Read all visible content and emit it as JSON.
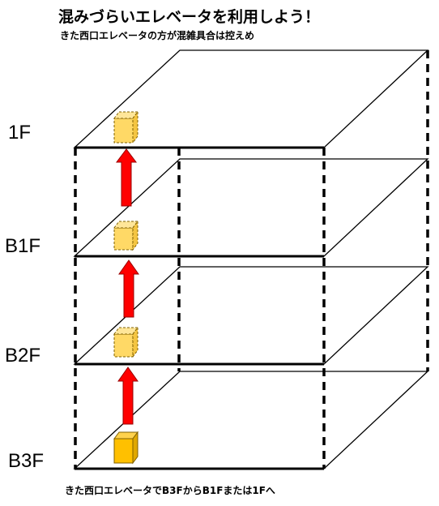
{
  "title": "混みづらいエレベータを利用しよう！",
  "subtitle": "きた西口エレベータの方が混雑具合は控えめ",
  "caption": "きた西口エレベータでB3FからB1Fまたは1Fへ",
  "floors": [
    "1F",
    "B1F",
    "B2F",
    "B3F"
  ],
  "colors": {
    "arrow": "#ff0000",
    "arrow_outline": "#990000",
    "box_light": "#ffd966",
    "box_dark": "#ffc000",
    "box_outline": "#7f6000",
    "line": "#000000"
  }
}
